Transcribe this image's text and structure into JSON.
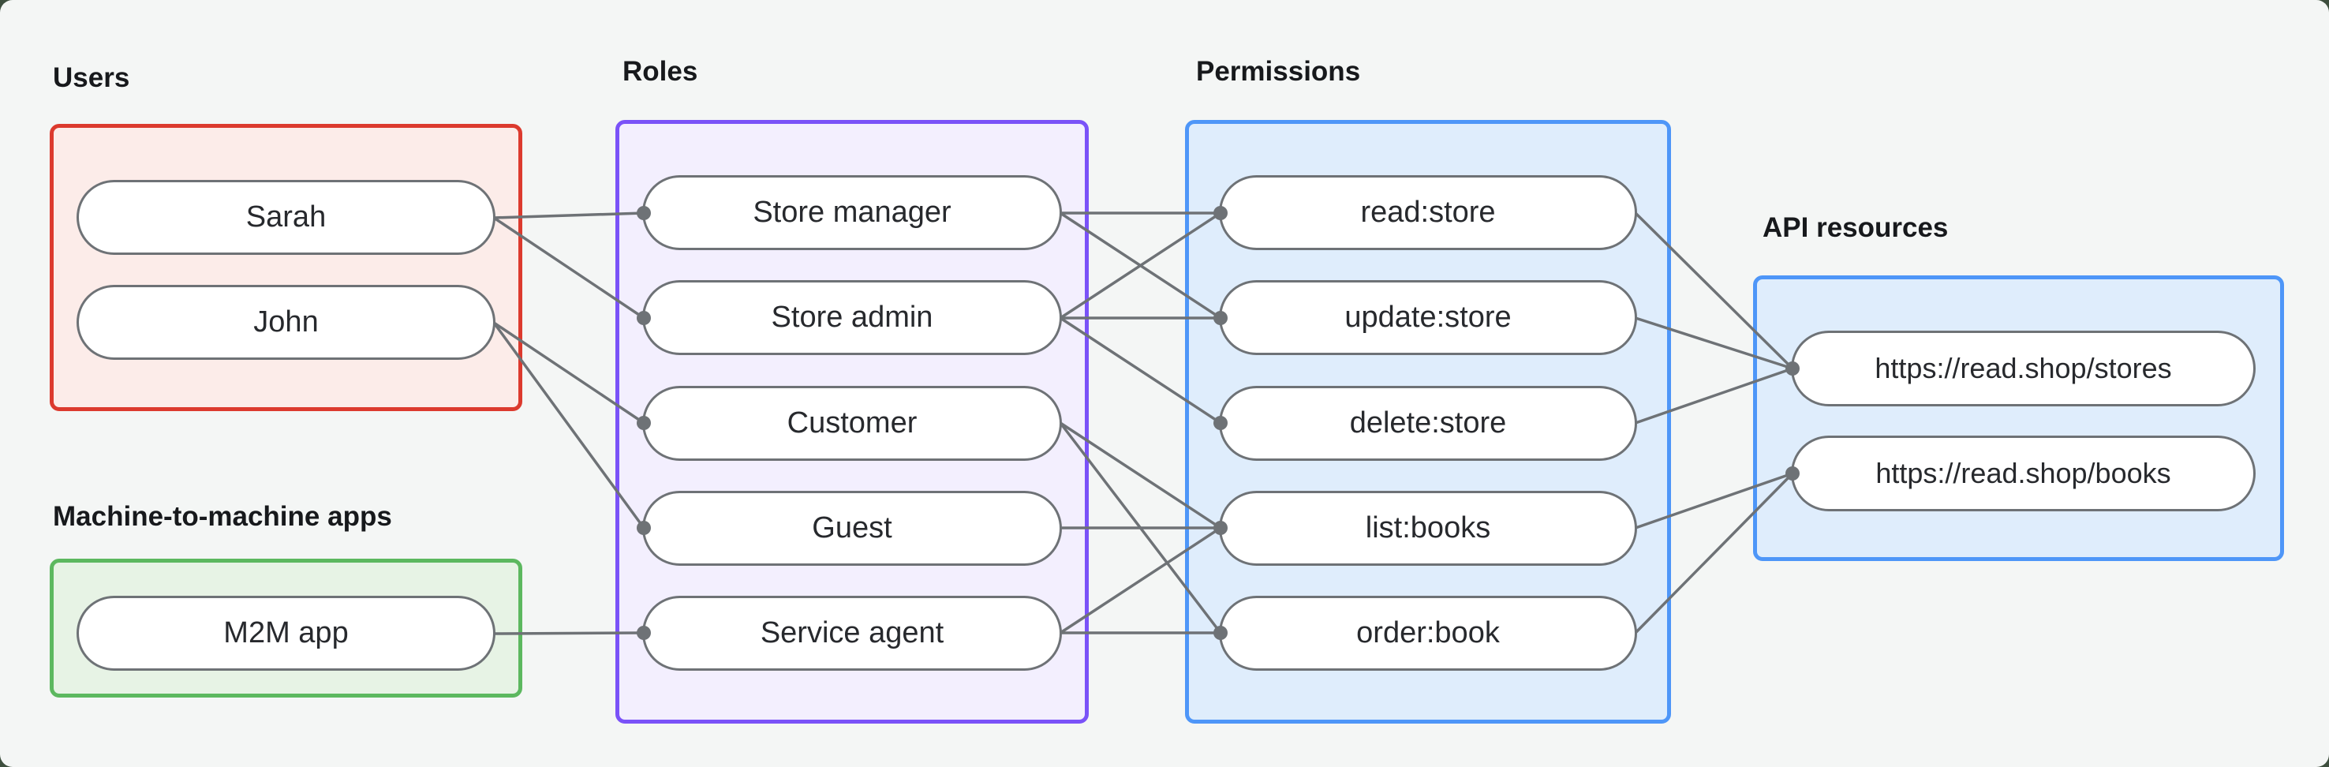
{
  "labels": {
    "users": "Users",
    "m2m": "Machine-to-machine apps",
    "roles": "Roles",
    "permissions": "Permissions",
    "api": "API resources"
  },
  "nodes": {
    "users": [
      "Sarah",
      "John"
    ],
    "m2m": [
      "M2M app"
    ],
    "roles": [
      "Store manager",
      "Store admin",
      "Customer",
      "Guest",
      "Service agent"
    ],
    "permissions": [
      "read:store",
      "update:store",
      "delete:store",
      "list:books",
      "order:book"
    ],
    "api": [
      "https://read.shop/stores",
      "https://read.shop/books"
    ]
  },
  "edges": [
    {
      "from": "Sarah",
      "to": "Store manager"
    },
    {
      "from": "Sarah",
      "to": "Store admin"
    },
    {
      "from": "John",
      "to": "Customer"
    },
    {
      "from": "John",
      "to": "Guest"
    },
    {
      "from": "M2M app",
      "to": "Service agent"
    },
    {
      "from": "Store manager",
      "to": "read:store"
    },
    {
      "from": "Store manager",
      "to": "update:store"
    },
    {
      "from": "Store admin",
      "to": "read:store"
    },
    {
      "from": "Store admin",
      "to": "update:store"
    },
    {
      "from": "Store admin",
      "to": "delete:store"
    },
    {
      "from": "Customer",
      "to": "list:books"
    },
    {
      "from": "Customer",
      "to": "order:book"
    },
    {
      "from": "Guest",
      "to": "list:books"
    },
    {
      "from": "Service agent",
      "to": "list:books"
    },
    {
      "from": "Service agent",
      "to": "order:book"
    },
    {
      "from": "read:store",
      "to": "https://read.shop/stores"
    },
    {
      "from": "update:store",
      "to": "https://read.shop/stores"
    },
    {
      "from": "delete:store",
      "to": "https://read.shop/stores"
    },
    {
      "from": "list:books",
      "to": "https://read.shop/books"
    },
    {
      "from": "order:book",
      "to": "https://read.shop/books"
    }
  ],
  "colors": {
    "canvas_bg": "#F4F6F5",
    "outside_bg": "#3E4F3E",
    "users_border": "#DC3A2E",
    "users_fill": "#FCECE9",
    "m2m_border": "#5CB85F",
    "m2m_fill": "#E7F3E5",
    "roles_border": "#7A52F8",
    "roles_fill": "#F3EFFE",
    "blue_border": "#4E96F8",
    "blue_fill": "#DFEDFC",
    "pill_border": "#6E7276",
    "edge": "#6E7276",
    "text": "#27292D"
  }
}
